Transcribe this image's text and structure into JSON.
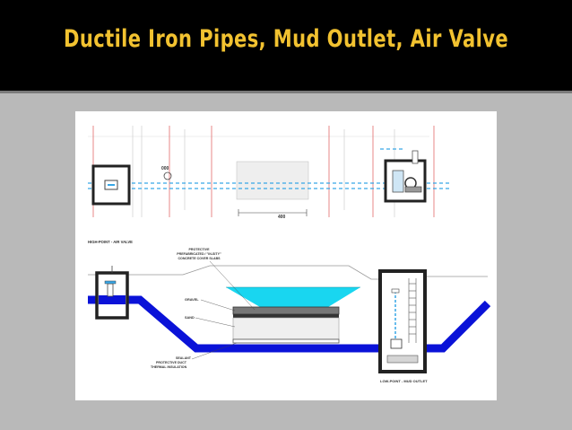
{
  "slide": {
    "title": "Ductile Iron Pipes, Mud Outlet, Air Valve"
  },
  "drawing": {
    "plan_labels": {
      "valve_tag": "000",
      "dimension": "400"
    },
    "section_labels": {
      "high_point": "HIGH-POINT - AIR VALVE",
      "cover_slabs_line1": "PROTECTIVE",
      "cover_slabs_line2": "PREFABRICATED / \"IN-SITY\"",
      "cover_slabs_line3": "CONCRETE COVER SLABS",
      "gravel": "GRAVEL",
      "sand": "SAND",
      "sealant_line1": "SEALANT",
      "sealant_line2": "PROTECTIVE DUCT",
      "sealant_line3": "THERMAL INSULATION",
      "low_point": "LOW-POINT - MUD OUTLET"
    },
    "colors": {
      "pipe": "#0a12d8",
      "water": "#19d6f0",
      "grid_line": "#e26a6a",
      "plan_pipe": "#37a6e6"
    }
  }
}
